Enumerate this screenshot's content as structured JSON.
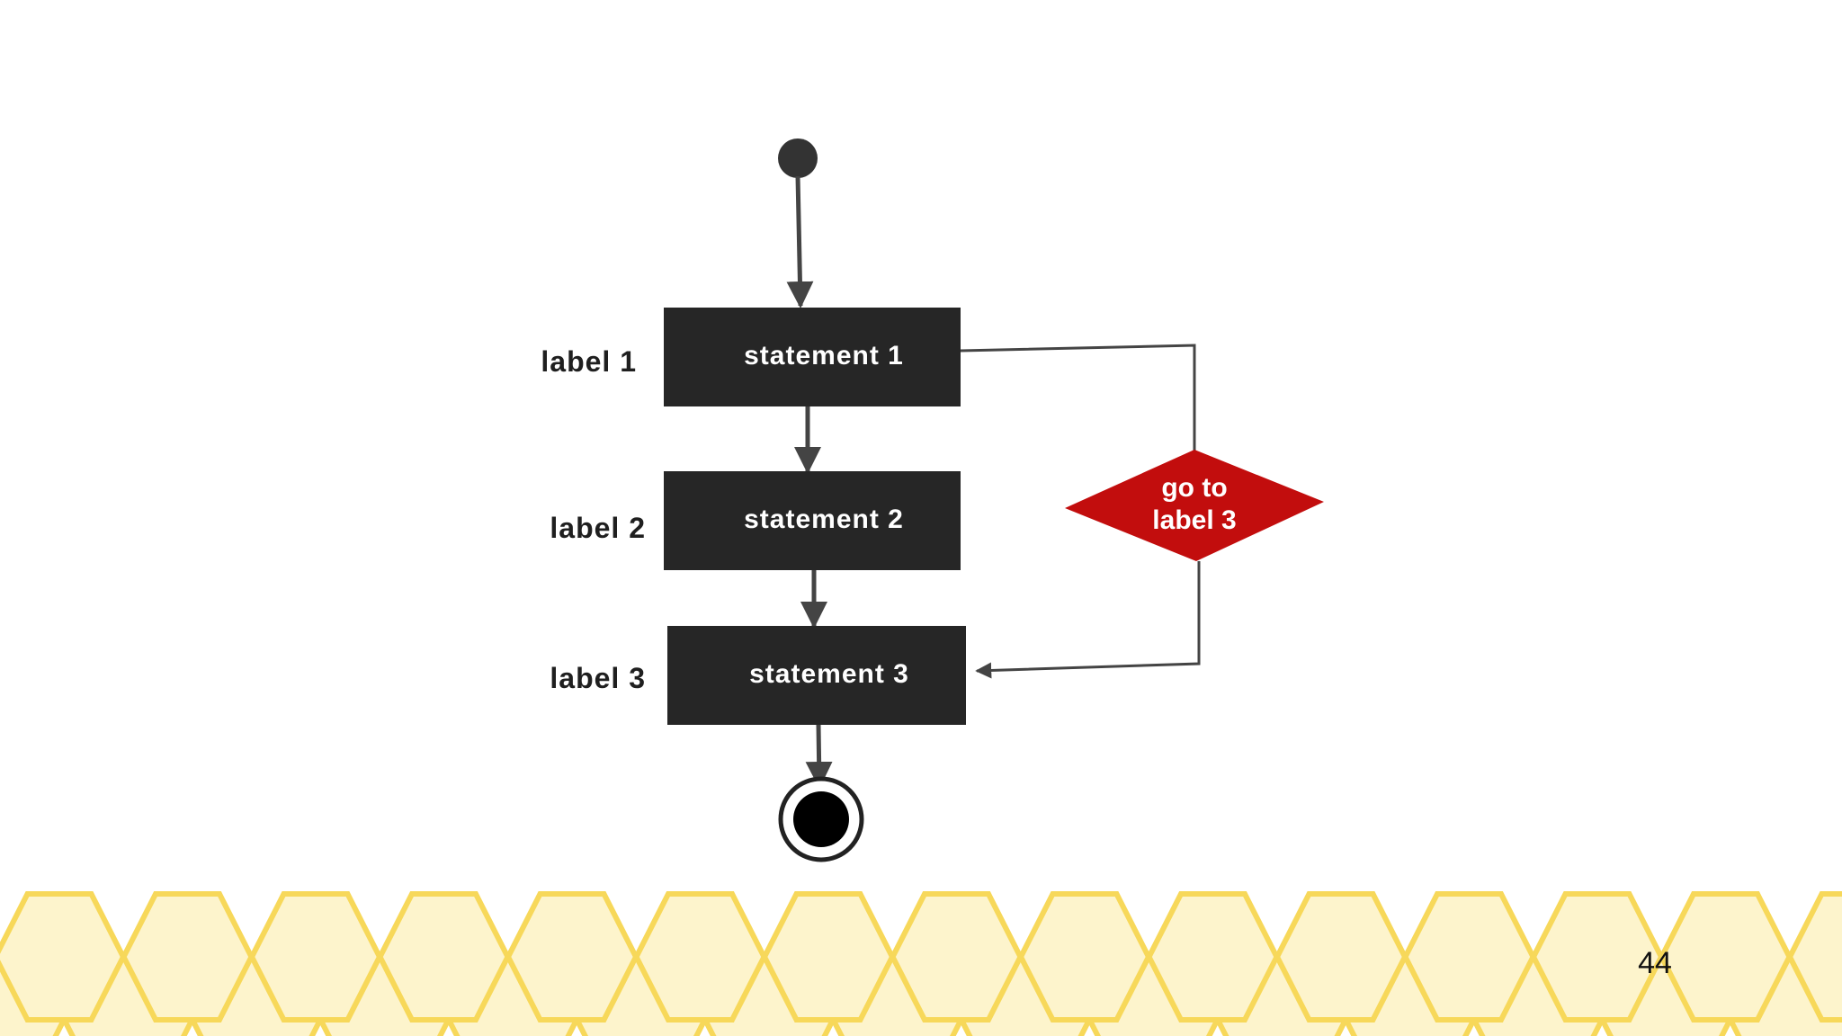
{
  "diagram": {
    "nodes": [
      {
        "label": "label 1",
        "statement": "statement 1"
      },
      {
        "label": "label 2",
        "statement": "statement 2"
      },
      {
        "label": "label 3",
        "statement": "statement 3"
      }
    ],
    "decision": {
      "lines": [
        "go to",
        "label 3"
      ]
    }
  },
  "colors": {
    "statement_box": "#262626",
    "decision_fill": "#c20d0d",
    "connector": "#444444",
    "honeycomb_light": "#fdf4cc",
    "honeycomb_dark": "#fcdc5c",
    "honeycomb_stroke": "#f7d85a"
  },
  "footer": {
    "page_number": "44"
  }
}
